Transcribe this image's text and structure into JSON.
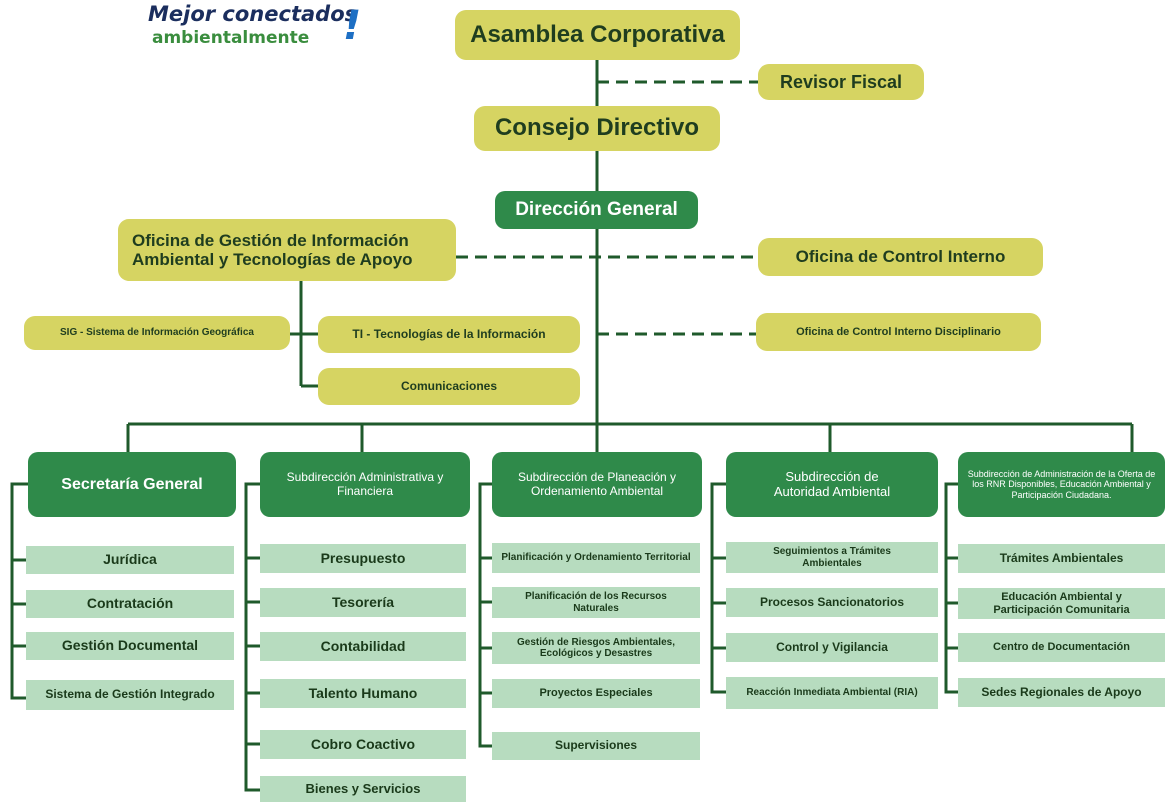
{
  "logo": {
    "line1": "Mejor conectados",
    "line2": "ambientalmente",
    "mark": "!",
    "colors": {
      "line1": "#1b2e5e",
      "line2": "#3a8d3e",
      "mark": "#1d6fc4"
    }
  },
  "colors": {
    "yellow": "#d6d462",
    "green": "#2f8a4a",
    "light_green": "#b7dcbf",
    "line": "#1f5a2b"
  },
  "top": {
    "asamblea": "Asamblea Corporativa",
    "revisor": "Revisor Fiscal",
    "consejo": "Consejo Directivo",
    "direccion": "Dirección General",
    "oficina_gestion": "Oficina de Gestión de Información Ambiental y Tecnologías de Apoyo",
    "control_interno": "Oficina de Control Interno",
    "sig": "SIG - Sistema de Información Geográfica",
    "ti": "TI - Tecnologías de la Información",
    "control_disciplinario": "Oficina de Control Interno Disciplinario",
    "comunicaciones": "Comunicaciones"
  },
  "departments": [
    {
      "title": "Secretaría General",
      "items": [
        "Jurídica",
        "Contratación",
        "Gestión Documental",
        "Sistema de Gestión Integrado"
      ]
    },
    {
      "title": "Subdirección Administrativa y Financiera",
      "items": [
        "Presupuesto",
        "Tesorería",
        "Contabilidad",
        "Talento Humano",
        "Cobro Coactivo",
        "Bienes y Servicios"
      ]
    },
    {
      "title": "Subdirección de Planeación y Ordenamiento Ambiental",
      "items": [
        "Planificación y Ordenamiento Territorial",
        "Planificación de los Recursos Naturales",
        "Gestión de Riesgos Ambientales, Ecológicos y Desastres",
        "Proyectos Especiales",
        "Supervisiones"
      ]
    },
    {
      "title": "Subdirección de Autoridad Ambiental",
      "items": [
        "Seguimientos a Trámites Ambientales",
        "Procesos Sancionatorios",
        "Control y Vigilancia",
        "Reacción Inmediata Ambiental (RIA)"
      ]
    },
    {
      "title": "Subdirección de Administración de la Oferta de los RNR Disponibles, Educación Ambiental y Participación Ciudadana.",
      "items": [
        "Trámites Ambientales",
        "Educación Ambiental y Participación Comunitaria",
        "Centro de Documentación",
        "Sedes Regionales de Apoyo"
      ]
    }
  ]
}
